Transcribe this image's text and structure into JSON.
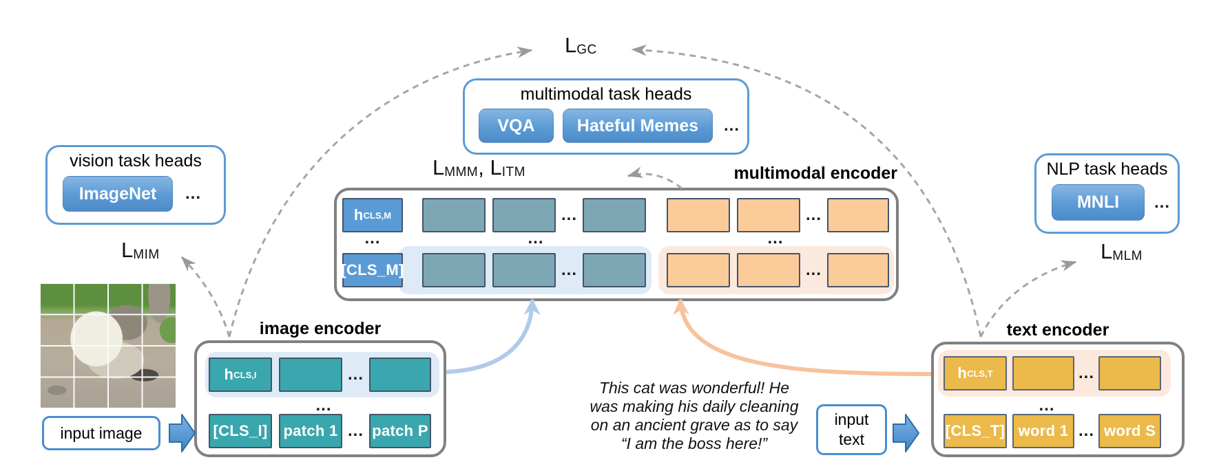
{
  "diagram": {
    "ellipsis": "...",
    "losses": {
      "gc": {
        "base": "L",
        "sub": "GC"
      },
      "mim": {
        "base": "L",
        "sub": "MIM"
      },
      "mlm": {
        "base": "L",
        "sub": "MLM"
      },
      "mmm": {
        "base": "L",
        "sub": "MMM"
      },
      "itm": {
        "base": "L",
        "sub": "ITM"
      },
      "separator": ", "
    },
    "task_heads": {
      "vision": {
        "title": "vision task heads",
        "buttons": [
          {
            "label": "ImageNet"
          }
        ]
      },
      "multimodal": {
        "title": "multimodal task heads",
        "buttons": [
          {
            "label": "VQA"
          },
          {
            "label": "Hateful Memes"
          }
        ]
      },
      "nlp": {
        "title": "NLP task heads",
        "buttons": [
          {
            "label": "MNLI"
          }
        ]
      }
    },
    "encoders": {
      "image": {
        "title": "image encoder",
        "hidden_token": {
          "base": "h",
          "sub": "CLS,I"
        },
        "cls_token": "[CLS_I]",
        "tokens": [
          "patch 1",
          "patch P"
        ]
      },
      "text": {
        "title": "text encoder",
        "hidden_token": {
          "base": "h",
          "sub": "CLS,T"
        },
        "cls_token": "[CLS_T]",
        "tokens": [
          "word 1",
          "word S"
        ]
      },
      "multimodal": {
        "title": "multimodal encoder",
        "hidden_token": {
          "base": "h",
          "sub": "CLS,M"
        },
        "cls_token": "[CLS_M]"
      }
    },
    "inputs": {
      "image_label": "input image",
      "text_label_line1": "input",
      "text_label_line2": "text",
      "caption_lines": [
        "This cat was wonderful! He",
        "was making his daily cleaning",
        "on an ancient grave as to say",
        "“I am the boss here!”"
      ]
    },
    "colors": {
      "accent_blue": "#5B9BD5",
      "teal": "#39A7AD",
      "muted_teal": "#7DA7B4",
      "orange": "#FBCB99",
      "yellow": "#EBBA4B",
      "strip_blue": "#DEEAF6",
      "strip_peach": "#FCE9DE",
      "encoder_border_gray": "#808080",
      "dashed_gray": "#A6A6A6",
      "arc_blue": "#AFCBE8",
      "arc_orange": "#F7C29C"
    }
  }
}
